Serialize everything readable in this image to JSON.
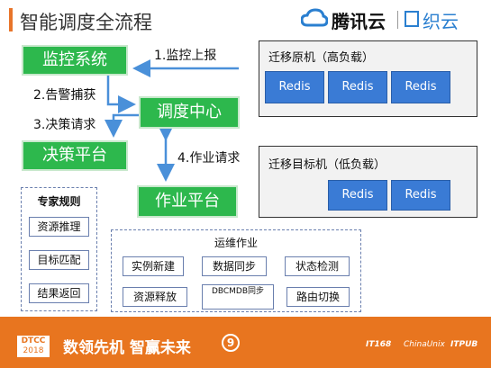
{
  "header": {
    "title": "智能调度全流程",
    "brand_tencent": "腾讯云",
    "brand_zhiyun": "织云"
  },
  "flow": {
    "monitor": "监控系统",
    "dispatch": "调度中心",
    "decision": "决策平台",
    "job": "作业平台",
    "step1": "1.监控上报",
    "step2": "2.告警捕获",
    "step3": "3.决策请求",
    "step4": "4.作业请求"
  },
  "source_machine": {
    "title": "迁移原机（高负载）",
    "instances": [
      "Redis",
      "Redis",
      "Redis"
    ]
  },
  "target_machine": {
    "title": "迁移目标机（低负载）",
    "instances": [
      "Redis",
      "Redis"
    ]
  },
  "expert_rules": {
    "title": "专家规则",
    "steps": [
      "资源推理",
      "目标匹配",
      "结果返回"
    ]
  },
  "ops_jobs": {
    "title": "运维作业",
    "steps": [
      "实例新建",
      "数据同步",
      "状态检测",
      "路由切换",
      "DBCMDB同步",
      "资源释放"
    ]
  },
  "footer": {
    "logo_line1": "DTCC",
    "logo_line2": "2018",
    "slogan": "数领先机 智赢未来",
    "edition": "9",
    "sponsors": [
      "IT168",
      "ChinaUnix",
      "ITPUB"
    ]
  },
  "colors": {
    "accent_orange": "#e8751f",
    "node_green": "#2db84d",
    "redis_blue": "#3a7bd5",
    "arrow_blue": "#4a90d9"
  }
}
